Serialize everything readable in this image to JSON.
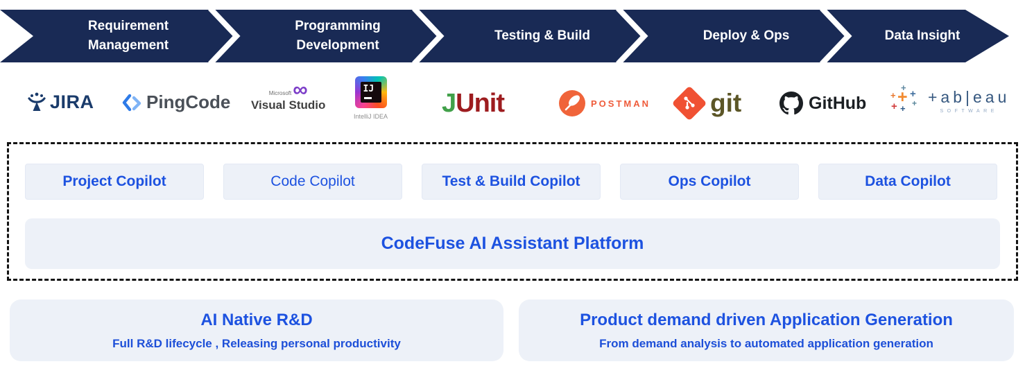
{
  "banner": {
    "stages": [
      {
        "lines": [
          "Requirement",
          "Management"
        ]
      },
      {
        "lines": [
          "Programming",
          "Development"
        ]
      },
      {
        "lines": [
          "Testing & Build"
        ]
      },
      {
        "lines": [
          "Deploy & Ops"
        ]
      },
      {
        "lines": [
          "Data Insight"
        ]
      }
    ]
  },
  "tools": {
    "jira": {
      "label": "JIRA"
    },
    "pingcode": {
      "label": "PingCode"
    },
    "visualstudio": {
      "brand": "Microsoft",
      "infinity": "∞",
      "label": "Visual Studio"
    },
    "intellij": {
      "monogram": "IJ",
      "label": "IntelliJ IDEA"
    },
    "junit": {
      "j": "J",
      "unit": "Unit"
    },
    "postman": {
      "label": "POSTMAN"
    },
    "git": {
      "label": "git"
    },
    "github": {
      "label": "GitHub"
    },
    "tableau": {
      "label": "+ab|eau",
      "sub": "SOFTWARE"
    }
  },
  "copilots": [
    {
      "label": "Project Copilot"
    },
    {
      "label": "Code Copilot"
    },
    {
      "label": "Test & Build Copilot"
    },
    {
      "label": "Ops Copilot"
    },
    {
      "label": "Data Copilot"
    }
  ],
  "platform": {
    "label": "CodeFuse AI Assistant Platform"
  },
  "cards": [
    {
      "title": "AI Native R&D",
      "subtitle": "Full R&D lifecycle , Releasing personal productivity"
    },
    {
      "title": "Product demand driven Application Generation",
      "subtitle": "From demand analysis to automated application generation"
    }
  ],
  "colors": {
    "banner_navy": "#192A55",
    "accent_blue": "#1D52E0",
    "box_bg": "#EDF1F8",
    "dashed_border": "#141414"
  }
}
